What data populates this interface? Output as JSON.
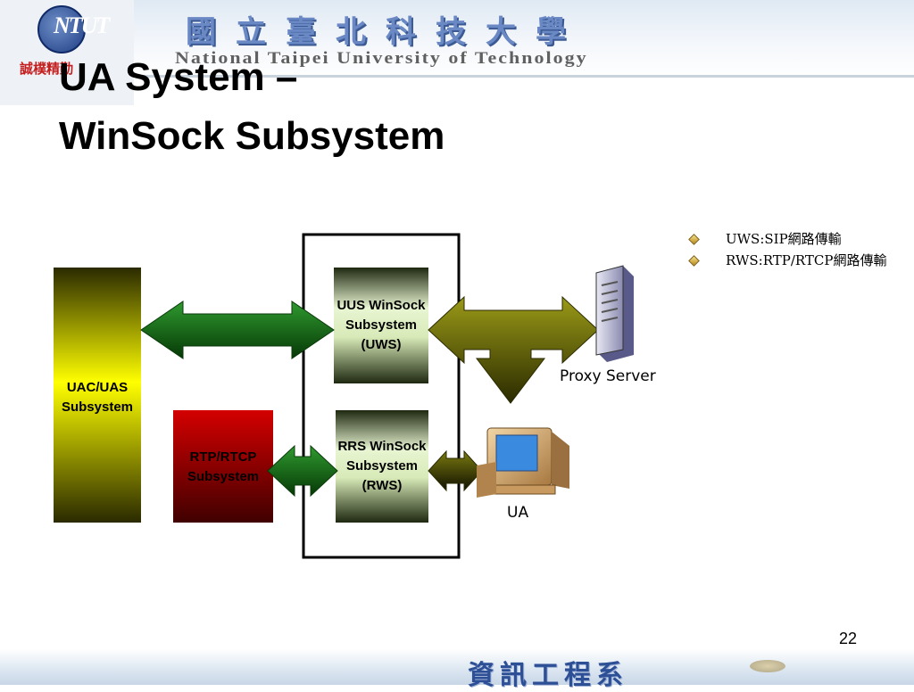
{
  "header": {
    "logo_text": "NTUT",
    "motto": "誠樸精勤",
    "school_name_cn": "國立臺北科技大學",
    "school_name_en": "National Taipei University of Technology"
  },
  "title": {
    "line1": "UA System –",
    "line2": "WinSock Subsystem"
  },
  "diagram": {
    "uac_box": [
      "UAC/UAS",
      "Subsystem"
    ],
    "rtp_box": [
      "RTP/RTCP",
      "Subsystem"
    ],
    "uus_box": [
      "UUS WinSock",
      "Subsystem",
      "(UWS)"
    ],
    "rrs_box": [
      "RRS WinSock",
      "Subsystem",
      "(RWS)"
    ],
    "proxy_label": "Proxy Server",
    "ua_label": "UA"
  },
  "bullets": [
    "UWS:SIP網路傳輸",
    "RWS:RTP/RTCP網路傳輸"
  ],
  "footer": {
    "department": "資訊工程系",
    "page_number": "22"
  },
  "colors": {
    "uac_gradient": [
      "#2a2a00",
      "#ffff00",
      "#2a2a00"
    ],
    "rtp_gradient": [
      "#d40000",
      "#400000"
    ],
    "winsock_gradient": [
      "#e8f5d2",
      "#1e2810"
    ],
    "green_arrow": "#0f6a0f",
    "olive_arrow": "#7a7a00"
  }
}
